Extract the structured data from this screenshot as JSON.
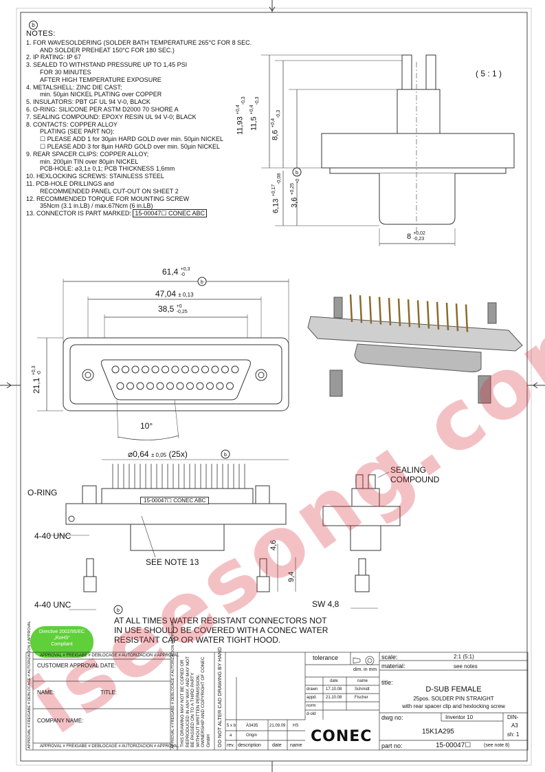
{
  "notes": {
    "title": "NOTES:",
    "lines": [
      {
        "text": "1. FOR WAVESOLDERING (SOLDER BATH TEMPERATURE 265°C FOR 8 SEC.",
        "indent": false
      },
      {
        "text": "AND SOLDER PREHEAT 150°C FOR 180 SEC.)",
        "indent": true
      },
      {
        "text": "2. IP RATING: IP 67",
        "indent": false
      },
      {
        "text": "3. SEALED TO WITHSTAND PRESSURE UP TO 1,45 PSI",
        "indent": false
      },
      {
        "text": "FOR 30 MINUTES",
        "indent": true
      },
      {
        "text": "AFTER HIGH TEMPERATURE EXPOSURE",
        "indent": true
      },
      {
        "text": "4. METALSHELL: ZINC DIE CAST;",
        "indent": false
      },
      {
        "text": "min. 50µin NICKEL PLATING over COPPER",
        "indent": true
      },
      {
        "text": "5. INSULATORS: PBT GF UL 94 V-0, BLACK",
        "indent": false
      },
      {
        "text": "6. O-RING: SILICONE PER ASTM D2000  70 SHORE A",
        "indent": false
      },
      {
        "text": "7. SEALING COMPOUND: EPOXY RESIN UL 94 V-0; BLACK",
        "indent": false
      },
      {
        "text": "8. CONTACTS: COPPER ALLOY",
        "indent": false
      },
      {
        "text": "PLATING (SEE PART NO):",
        "indent": true
      },
      {
        "text": "☐  PLEASE ADD 1 for 30µin HARD GOLD over min. 50µin NICKEL",
        "indent": true
      },
      {
        "text": "☐  PLEASE ADD 3 for 8µin HARD GOLD over min. 50µin NICKEL",
        "indent": true
      },
      {
        "text": "9. REAR SPACER CLIPS: COPPER ALLOY;",
        "indent": false
      },
      {
        "text": "min. 200µin TIN over 80µin NICKEL",
        "indent": true
      },
      {
        "text": "PCB-HOLE: ⌀3,1± 0,1; PCB THICKNESS 1,6mm",
        "indent": true
      },
      {
        "text": "10. HEXLOCKING SCREWS: STAINLESS STEEL",
        "indent": false
      },
      {
        "text": "11. PCB-HOLE DRILLINGS and",
        "indent": false
      },
      {
        "text": "RECOMMENDED PANEL CUT-OUT ON SHEET 2",
        "indent": true
      },
      {
        "text": "12. RECOMMENDED TORQUE FOR MOUNTING SCREW",
        "indent": false
      },
      {
        "text": "35Ncm (3.1 in.LB) / max.67Ncm (6 in.LB)",
        "indent": true
      }
    ],
    "line13": "13. CONNECTOR IS PART MARKED:",
    "marking": "15-00047☐  CONEC  ABC"
  },
  "revision_marker": "b",
  "scale_label": "( 5 : 1 )",
  "dims": {
    "d1193": "11,93",
    "d1193_tol": [
      "+0,4",
      "-0,3"
    ],
    "d115": "11,5",
    "d115_tol": [
      "+0,4",
      "-0,3"
    ],
    "d86": "8,6",
    "d86_tol": [
      "+0,4",
      "-0,3"
    ],
    "d613": "6,13",
    "d613_tol": [
      "+0,17",
      "-0,08"
    ],
    "d36": "3,6",
    "d36_tol": [
      "+0,25",
      "-0"
    ],
    "d8": "8",
    "d8_tol": [
      "+0,02",
      "-0,23"
    ],
    "d614": "61,4",
    "d614_tol": [
      "+0,3",
      "-0"
    ],
    "d4704": "47,04",
    "d4704_tol": "± 0,13",
    "d385": "38,5",
    "d385_tol": [
      "+0",
      "-0,25"
    ],
    "d211": "21,1",
    "d211_tol": [
      "+0,3",
      "-0"
    ],
    "angle": "10°",
    "pin_dia": "⌀0,64",
    "pin_dia_tol": "± 0,05",
    "pin_count": "(25x)",
    "d46": "4,6",
    "d94": "9,4",
    "sw": "SW 4,8"
  },
  "labels": {
    "oring": "O-RING",
    "sealing1": "SEALING",
    "sealing2": "COMPOUND",
    "unc1": "4-40 UNC",
    "unc2": "4-40 UNC",
    "see_note": "SEE NOTE 13",
    "marking_strip": "15-00047☐  CONEC  ABC",
    "warning": [
      "AT ALL TIMES WATER RESISTANT CONNECTORS NOT",
      "IN USE SHOULD BE COVERED WITH A CONEC WATER",
      "RESISTANT CAP OR WATER TIGHT HOOD."
    ]
  },
  "rohs": {
    "l1": "Directive 2002/95/EC",
    "l2": "„RoHS“",
    "l3": "Compliant"
  },
  "watermark": "iseesong.com",
  "approval": {
    "side_text": "APPROVAL # FREIGABE # DEBLOCAGE # AUTORIZACION # APPROVAL",
    "customer": "CUSTOMER APPROVAL DATE:",
    "name": "NAME:",
    "title": "TITLE:",
    "company": "COMPANY NAME:"
  },
  "confidential": "THIS DRAWING MAY NOT BE COPIED OR REPRODUCED IN ANY WAY, AND MAY NOT BE PASSED ON TO A THIRD PARTY WITHOUT WRITTEN PERMISSION. OWNERSHIP AND COPYRIGHT OF CONEC GmbH",
  "cad_note": "DO NOT ALTER CAD DRAWING BY HAND",
  "title_block": {
    "tolerance": "tolerance",
    "dim_in_mm": "dim. in mm",
    "date_hdr": "date",
    "name_hdr": "name",
    "drawn": "drawn",
    "drawn_date": "17.10.08",
    "drawn_name": "Schmidt",
    "appd": "appd.",
    "appd_date": "21.10.08",
    "appd_name": "Fischer",
    "norm": "norm",
    "dold": "d-old",
    "rev_rows": [
      {
        "rev": "5 x b",
        "desc": "Ä3435",
        "date": "21.09.09",
        "name": "HS"
      },
      {
        "rev": "a",
        "desc": "Origin",
        "date": "",
        "name": ""
      }
    ],
    "rev_hdr": "rev.",
    "desc_hdr": "description",
    "date2_hdr": "date",
    "name2_hdr": "name",
    "logo": "CONEC",
    "scale_lbl": "scale:",
    "scale_val": "2:1 (5:1)",
    "material_lbl": "material:",
    "material_val": "see notes",
    "title_lbl": "title:",
    "t1": "D-SUB FEMALE",
    "t2": "25pos. SOLDER PIN STRAIGHT",
    "t3": "with rear spacer clip and hexlocking screw",
    "dwg_lbl": "dwg no:",
    "software": "Inventor 10",
    "din": "DIN-",
    "dwg_no": "15K1A295",
    "size": "A3",
    "sheet": "sh: 1",
    "part_lbl": "part no:",
    "part_no": "15-00047☐",
    "part_note": "(see note 8)"
  }
}
